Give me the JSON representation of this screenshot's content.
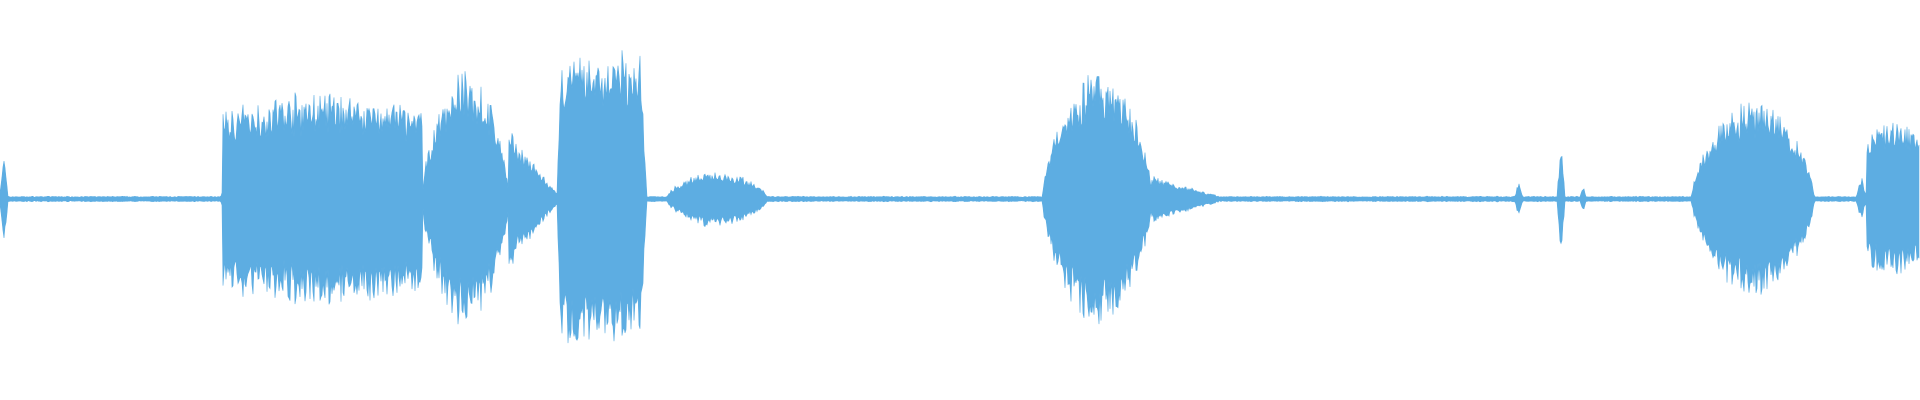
{
  "waveform": {
    "color": "#5dade2",
    "background": "#ffffff",
    "segments": [
      {
        "start": 0.0,
        "end": 0.004,
        "amp": 0.2,
        "shape": "spike"
      },
      {
        "start": 0.115,
        "end": 0.118,
        "amp": 0.06,
        "shape": "spike"
      },
      {
        "start": 0.116,
        "end": 0.22,
        "amp": 0.46,
        "shape": "flat"
      },
      {
        "start": 0.22,
        "end": 0.265,
        "amp": 0.55,
        "shape": "swell"
      },
      {
        "start": 0.265,
        "end": 0.292,
        "amp": 0.3,
        "shape": "decay"
      },
      {
        "start": 0.29,
        "end": 0.337,
        "amp": 0.68,
        "shape": "block"
      },
      {
        "start": 0.347,
        "end": 0.4,
        "amp": 0.12,
        "shape": "swell"
      },
      {
        "start": 0.543,
        "end": 0.6,
        "amp": 0.55,
        "shape": "swell"
      },
      {
        "start": 0.6,
        "end": 0.64,
        "amp": 0.1,
        "shape": "decay"
      },
      {
        "start": 0.789,
        "end": 0.793,
        "amp": 0.08,
        "shape": "spike"
      },
      {
        "start": 0.811,
        "end": 0.815,
        "amp": 0.25,
        "shape": "spike"
      },
      {
        "start": 0.823,
        "end": 0.826,
        "amp": 0.06,
        "shape": "spike"
      },
      {
        "start": 0.881,
        "end": 0.945,
        "amp": 0.42,
        "shape": "swell"
      },
      {
        "start": 0.967,
        "end": 0.972,
        "amp": 0.1,
        "shape": "spike"
      },
      {
        "start": 0.972,
        "end": 1.0,
        "amp": 0.34,
        "shape": "flat"
      }
    ],
    "baseline_amp": 0.012
  }
}
